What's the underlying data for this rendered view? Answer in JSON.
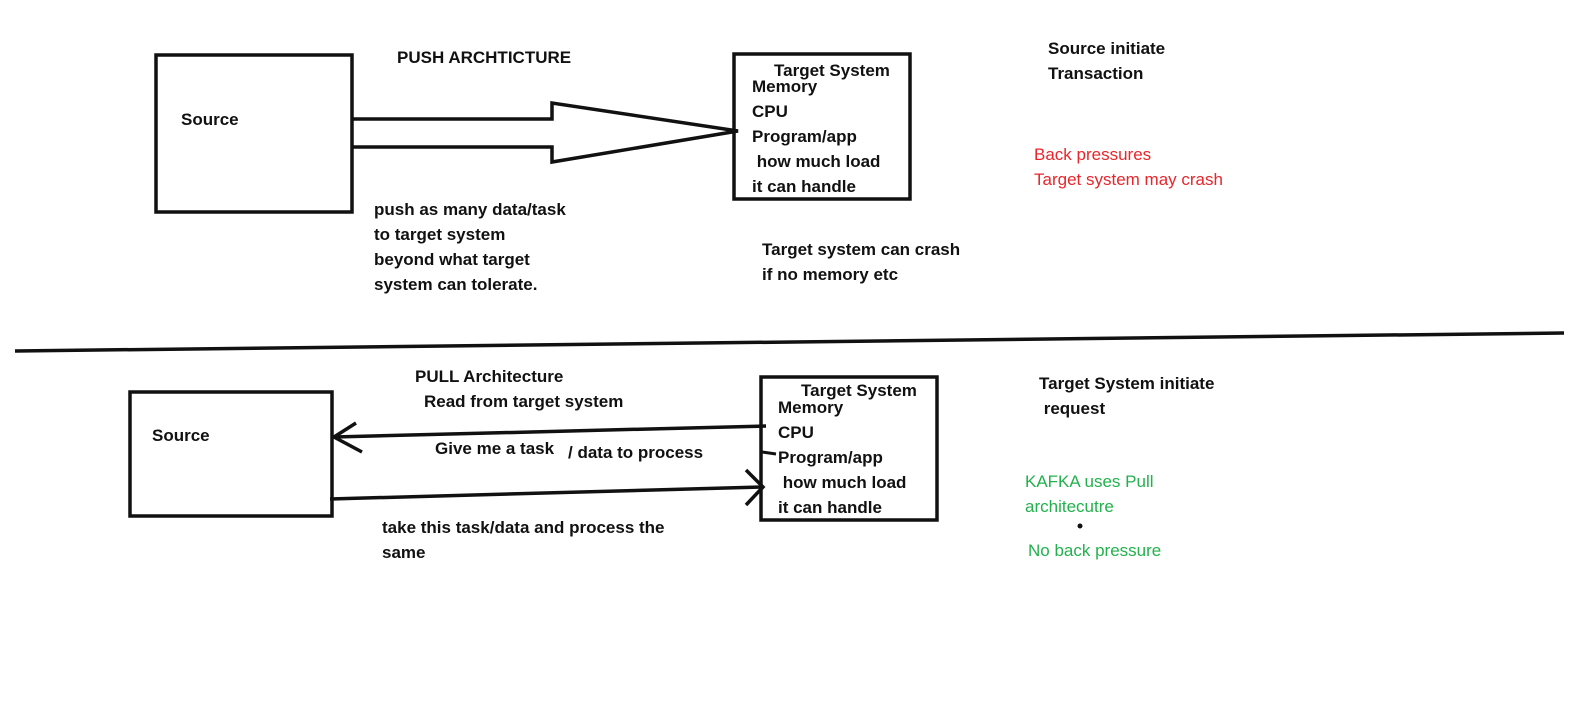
{
  "push": {
    "title": "PUSH ARCHTICTURE",
    "source_label": "Source",
    "target_title": "Target System",
    "target_lines": [
      "Memory",
      "CPU",
      "Program/app",
      " how much load",
      "it can handle"
    ],
    "arrow_note": [
      "push as many data/task",
      "to target system",
      "beyond what target",
      "system can tolerate."
    ],
    "crash_note": [
      "Target system can crash",
      "if no memory etc"
    ],
    "initiator_note": [
      "Source initiate",
      "Transaction"
    ],
    "back_pressure_note": [
      "Back pressures",
      "Target system may crash"
    ]
  },
  "pull": {
    "title": "PULL Architecture",
    "subtitle": "Read from target system",
    "source_label": "Source",
    "target_title": "Target System",
    "target_lines": [
      "Memory",
      "CPU",
      "Program/app",
      " how much load",
      "it can handle"
    ],
    "request_label_a": "Give me a task",
    "request_label_b": "/ data to process",
    "response_note": [
      "take this task/data and process the",
      "same"
    ],
    "initiator_note": [
      "Target System initiate",
      " request"
    ],
    "kafka_note": [
      "KAFKA uses Pull",
      "architecutre"
    ],
    "no_back_pressure": "No back pressure"
  },
  "colors": {
    "ink": "#111111",
    "warning": "#e8262b",
    "positive": "#22b14c"
  }
}
